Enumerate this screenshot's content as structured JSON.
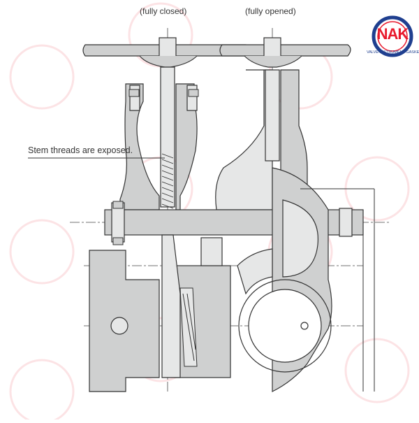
{
  "labels": {
    "closed": "(fully closed)",
    "opened": "(fully opened)",
    "stem_note": "Stem threads are exposed."
  },
  "logo": {
    "text": "NAK",
    "subtitle": "VALVE-INSTRUMENT-GASKET"
  },
  "colors": {
    "line": "#333333",
    "fill_body": "#cfd0d0",
    "fill_light": "#e6e7e7",
    "logo_red": "#e8192c",
    "logo_blue": "#1f3f8f"
  }
}
